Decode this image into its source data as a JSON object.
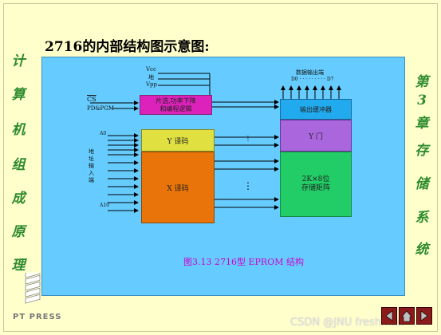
{
  "title": "2716的内部结构图示意图:",
  "left_chars": [
    "计",
    "算",
    "机",
    "组",
    "成",
    "原",
    "理"
  ],
  "right_chars": [
    "第",
    "3",
    "章",
    "存",
    "储",
    "系",
    "统"
  ],
  "diagram": {
    "power_labels": [
      "Vcc",
      "地",
      "Vpp"
    ],
    "cs_label": "CS",
    "pd_label": "PD&PGM",
    "control_block": "片选,功率下降\n和编程逻辑",
    "data_out_label": "数据输出端",
    "data_out_range": "D0 · · · · · · · · · D7",
    "output_buffer": "输出缓冲器",
    "y_gate": "Y 门",
    "storage": "2K×8位\n存储矩阵",
    "y_decoder": "Y 译码",
    "x_decoder": "X 译码",
    "addr_start": "A0",
    "addr_end": "A10",
    "addr_label": "地\n址\n输\n入\n端",
    "caption": "图3.13  2716型  EPROM  结构"
  },
  "colors": {
    "panel": "#66ccff",
    "control": "#dd22bb",
    "buffer": "#22aaee",
    "y_gate": "#aa66dd",
    "storage": "#22cc66",
    "y_decoder": "#e0e040",
    "x_decoder": "#e8740a",
    "side_text": "#2e8b2e",
    "caption": "#cc00cc"
  },
  "logo_text": "PT PRESS",
  "watermark": "CSDN @JNU freshman"
}
